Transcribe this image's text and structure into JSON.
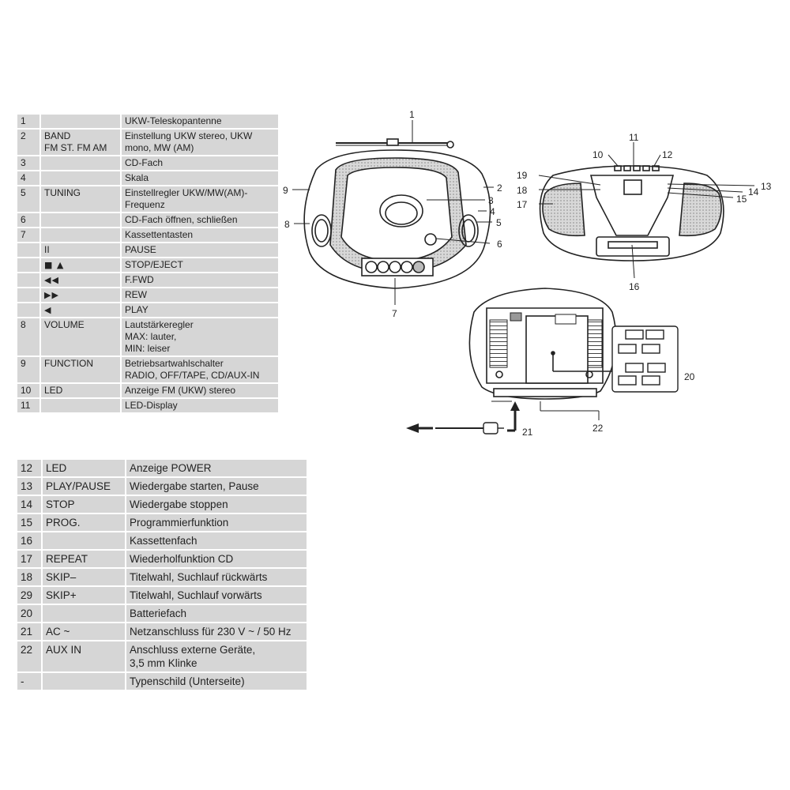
{
  "table1": [
    {
      "num": "1",
      "key": "",
      "desc": "UKW-Teleskopantenne"
    },
    {
      "num": "2",
      "key": "BAND\nFM ST. FM AM",
      "desc": "Einstellung UKW stereo, UKW\nmono, MW (AM)"
    },
    {
      "num": "3",
      "key": "",
      "desc": "CD-Fach"
    },
    {
      "num": "4",
      "key": "",
      "desc": "Skala"
    },
    {
      "num": "5",
      "key": "TUNING",
      "desc": "Einstellregler UKW/MW(AM)-\nFrequenz"
    },
    {
      "num": "6",
      "key": "",
      "desc": "CD-Fach öffnen, schließen"
    },
    {
      "num": "7",
      "key": "",
      "desc": "Kassettentasten"
    },
    {
      "num": "",
      "key": "II",
      "desc": "PAUSE"
    },
    {
      "num": "",
      "key": "■ ▲",
      "desc": "STOP/EJECT"
    },
    {
      "num": "",
      "key": "◀◀",
      "desc": "F.FWD"
    },
    {
      "num": "",
      "key": "▶▶",
      "desc": "REW"
    },
    {
      "num": "",
      "key": "◀",
      "desc": "PLAY"
    },
    {
      "num": "8",
      "key": "VOLUME",
      "desc": "Lautstärkeregler\nMAX: lauter,\nMIN: leiser"
    },
    {
      "num": "9",
      "key": "FUNCTION",
      "desc": "Betriebsartwahlschalter\nRADIO, OFF/TAPE, CD/AUX-IN"
    },
    {
      "num": "10",
      "key": "LED",
      "desc": "Anzeige FM (UKW) stereo"
    },
    {
      "num": "11",
      "key": "",
      "desc": "LED-Display"
    }
  ],
  "table2": [
    {
      "num": "12",
      "key": "LED",
      "desc": "Anzeige POWER"
    },
    {
      "num": "13",
      "key": "PLAY/PAUSE",
      "desc": "Wiedergabe starten, Pause"
    },
    {
      "num": "14",
      "key": "STOP",
      "desc": "Wiedergabe stoppen"
    },
    {
      "num": "15",
      "key": "PROG.",
      "desc": "Programmierfunktion"
    },
    {
      "num": "16",
      "key": "",
      "desc": "Kassettenfach"
    },
    {
      "num": "17",
      "key": "REPEAT",
      "desc": "Wiederholfunktion CD"
    },
    {
      "num": "18",
      "key": "SKIP–",
      "desc": "Titelwahl, Suchlauf rückwärts"
    },
    {
      "num": "29",
      "key": "SKIP+",
      "desc": "Titelwahl, Suchlauf vorwärts"
    },
    {
      "num": "20",
      "key": "",
      "desc": "Batteriefach"
    },
    {
      "num": "21",
      "key": "AC ~",
      "desc": "Netzanschluss für 230 V ~ / 50 Hz"
    },
    {
      "num": "22",
      "key": "AUX IN",
      "desc": "Anschluss externe Geräte,\n3,5 mm Klinke"
    },
    {
      "num": "-",
      "key": "",
      "desc": "Typenschild (Unterseite)"
    }
  ],
  "callouts": {
    "c1": "1",
    "c2": "2",
    "c3": "3",
    "c4": "4",
    "c5": "5",
    "c6": "6",
    "c7": "7",
    "c8": "8",
    "c9": "9",
    "c10": "10",
    "c11": "11",
    "c12": "12",
    "c13": "13",
    "c14": "14",
    "c15": "15",
    "c16": "16",
    "c17": "17",
    "c18": "18",
    "c19": "19",
    "c20": "20",
    "c21": "21",
    "c22": "22"
  },
  "colors": {
    "row_bg": "#d6d6d6",
    "line": "#222222"
  }
}
